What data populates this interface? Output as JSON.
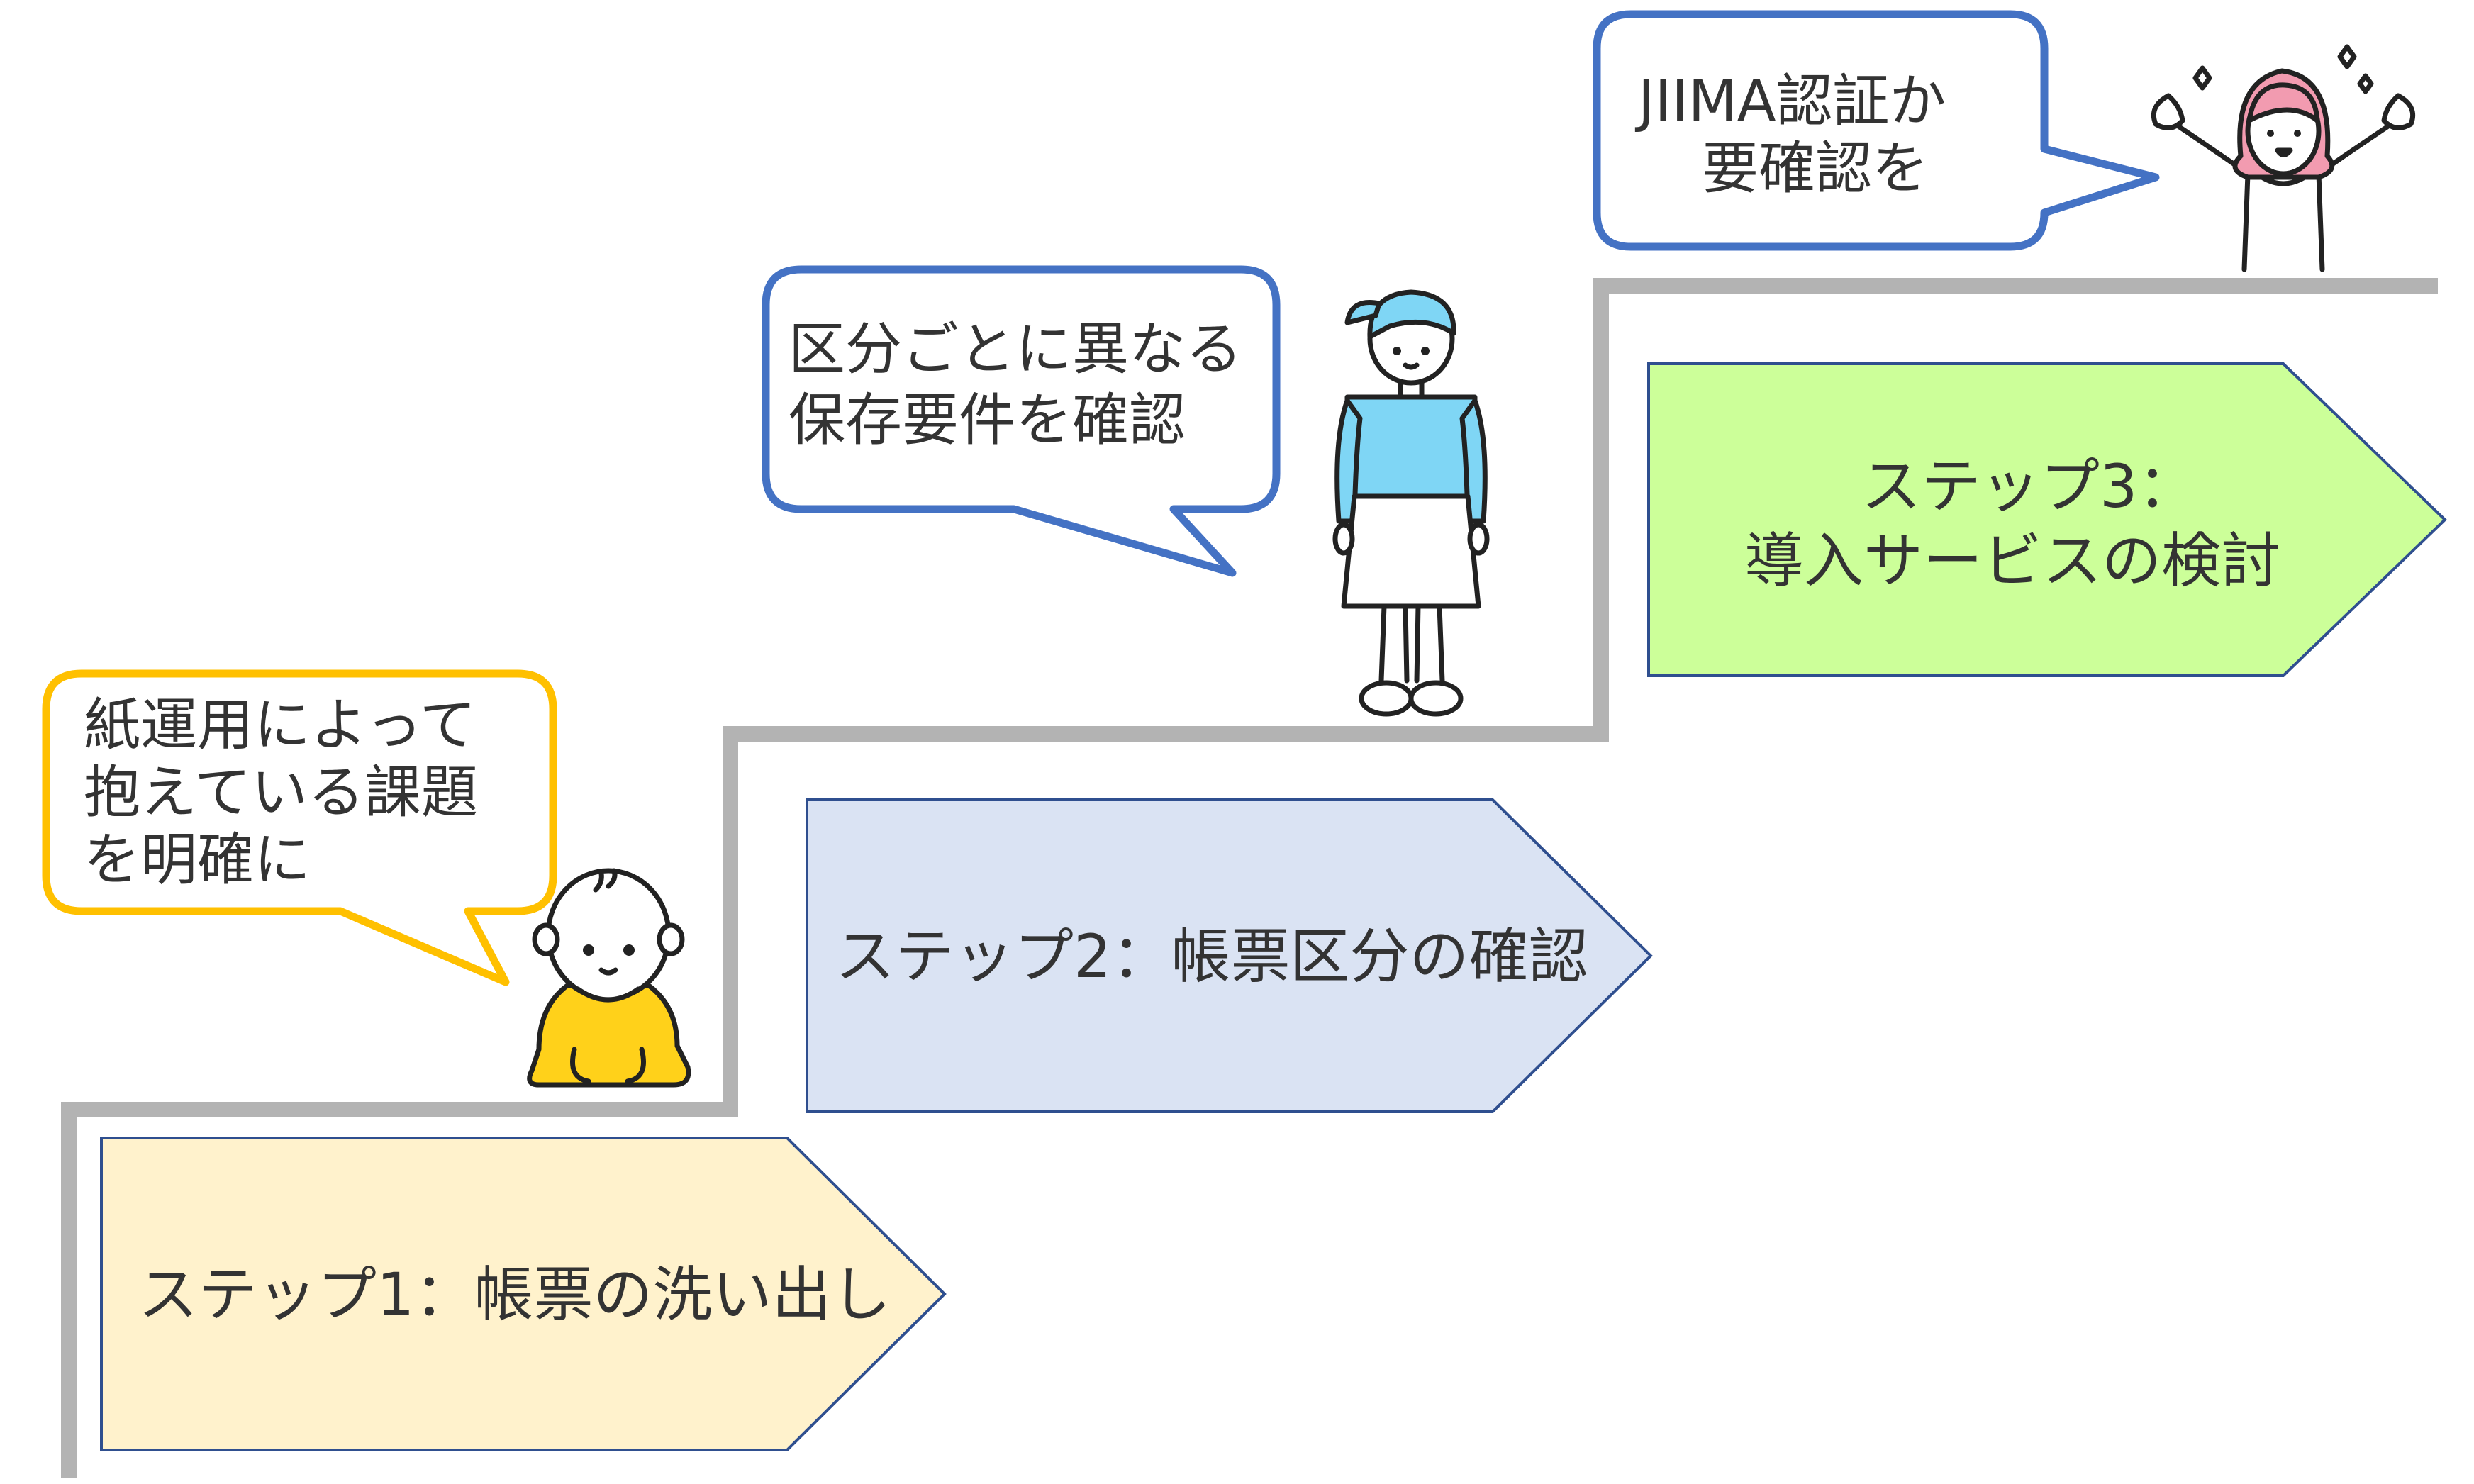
{
  "steps": [
    {
      "label": "ステップ1：帳票の洗い出し",
      "fill": "#fff2cc",
      "stroke": "#2f4f8f"
    },
    {
      "label": "ステップ2：帳票区分の確認",
      "fill": "#dae3f3",
      "stroke": "#2f4f8f"
    },
    {
      "label_line1": "ステップ3：",
      "label_line2": "導入サービスの検討",
      "fill": "#ccff99",
      "stroke": "#2f4f8f"
    }
  ],
  "bubbles": [
    {
      "lines": [
        "紙運用によって",
        "抱えている課題",
        "を明確に"
      ],
      "border": "#ffc000"
    },
    {
      "lines": [
        "区分ごとに異なる",
        "保存要件を確認"
      ],
      "border": "#4472c4"
    },
    {
      "lines": [
        "JIIMA認証か",
        "要確認を"
      ],
      "border": "#4472c4"
    }
  ],
  "colors": {
    "stair": "#b3b3b3",
    "baby_suit": "#ffd11a",
    "woman_top": "#7fd6f5",
    "girl_hair": "#f29bb0",
    "outline": "#222222"
  },
  "icons": [
    "baby-icon",
    "woman-standing-icon",
    "girl-cheering-icon"
  ]
}
